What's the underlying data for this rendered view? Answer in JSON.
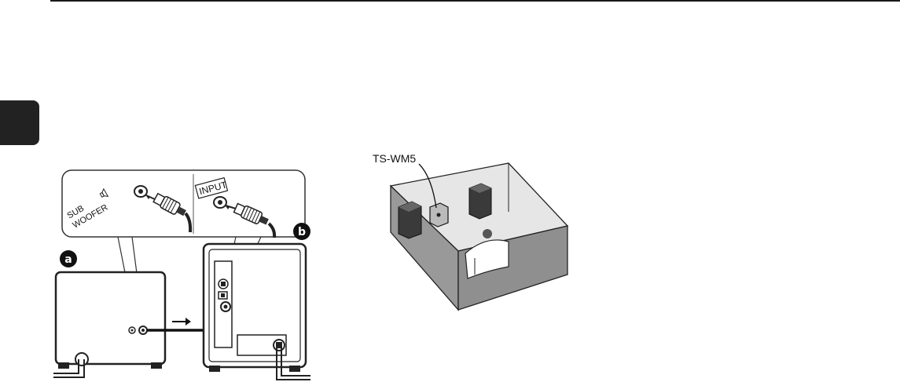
{
  "diagram": {
    "callout_left": {
      "line1": "SUB",
      "line2": "WOOFER"
    },
    "callout_right": "INPUT",
    "badge_a": "a",
    "badge_b": "b",
    "room_label": "TS-WM5"
  },
  "colors": {
    "rule": "#1a1a1a",
    "tab": "#222222",
    "room_floor": "#9a9a9a",
    "room_wall": "#e6e6e6",
    "speaker_dark": "#3a3a3a"
  }
}
